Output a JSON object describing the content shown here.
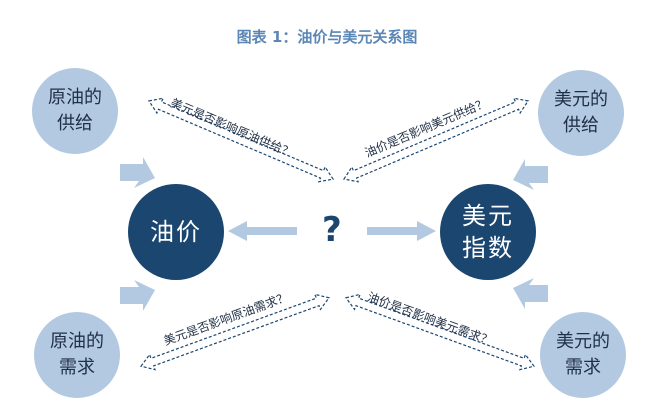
{
  "title": "图表 1：油价与美元关系图",
  "nodes": {
    "oil_supply": [
      "原油的",
      "供给"
    ],
    "usd_supply": [
      "美元的",
      "供给"
    ],
    "oil_demand": [
      "原油的",
      "需求"
    ],
    "usd_demand": [
      "美元的",
      "需求"
    ],
    "oil_price": [
      "油价"
    ],
    "usd_index": [
      "美元",
      "指数"
    ]
  },
  "center_symbol": "?",
  "labels": {
    "top_left": "美元是否影响原油供给？",
    "top_right": "油价是否影响美元供给？",
    "bottom_left": "美元是否影响原油需求？",
    "bottom_right": "油价是否影响美元需求？"
  },
  "colors": {
    "small_node": "#b3c9e2",
    "big_node": "#1b4670",
    "arrow": "#b3c9e2",
    "title": "#5b87b6"
  }
}
